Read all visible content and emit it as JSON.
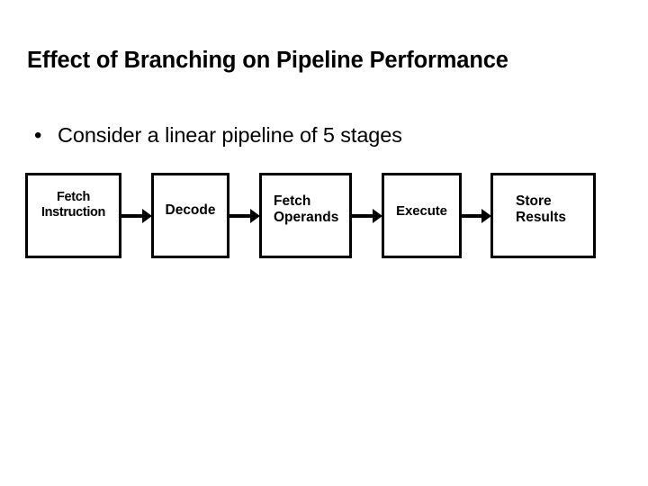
{
  "slide": {
    "title": "Effect of Branching on Pipeline Performance",
    "background_color": "#FFFFFF",
    "text_color": "#000000"
  },
  "bullets": [
    {
      "marker": "•",
      "text": "Consider a linear pipeline of 5 stages"
    }
  ],
  "diagram": {
    "type": "pipeline-flow",
    "orientation": "left-to-right",
    "stage_count": 5,
    "border_color": "#000000",
    "fill_color": "#FFFFFF",
    "arrow_color": "#000000",
    "stages": [
      {
        "label": "Fetch\nInstruction",
        "line1": "Fetch",
        "line2": "Instruction"
      },
      {
        "label": "Decode",
        "line1": "Decode",
        "line2": ""
      },
      {
        "label": "Fetch\nOperands",
        "line1": "Fetch",
        "line2": "Operands"
      },
      {
        "label": "Execute",
        "line1": "Execute",
        "line2": ""
      },
      {
        "label": "Store\nResults",
        "line1": "Store",
        "line2": "Results"
      }
    ],
    "connectors": [
      {
        "from": "Fetch Instruction",
        "to": "Decode",
        "glyph": "arrow-right"
      },
      {
        "from": "Decode",
        "to": "Fetch Operands",
        "glyph": "arrow-right"
      },
      {
        "from": "Fetch Operands",
        "to": "Execute",
        "glyph": "arrow-right"
      },
      {
        "from": "Execute",
        "to": "Store Results",
        "glyph": "arrow-right"
      }
    ]
  }
}
